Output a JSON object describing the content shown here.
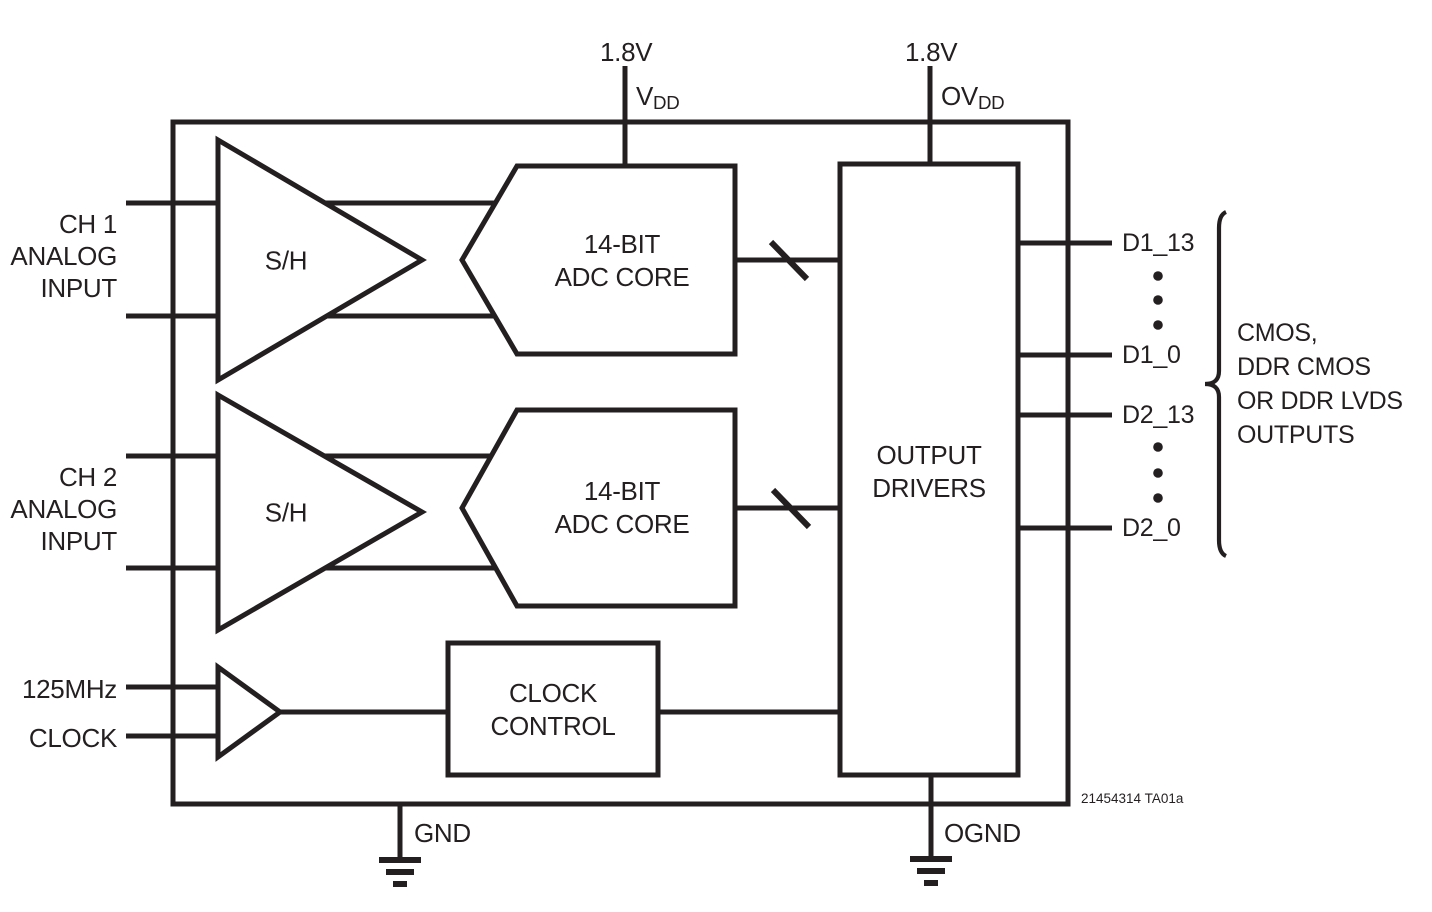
{
  "diagram": {
    "power": {
      "left_voltage": "1.8V",
      "right_voltage": "1.8V",
      "vdd": {
        "main": "V",
        "sub": "DD"
      },
      "ovdd": {
        "main": "OV",
        "sub": "DD"
      }
    },
    "inputs": {
      "ch1": {
        "l1": "CH 1",
        "l2": "ANALOG",
        "l3": "INPUT"
      },
      "ch2": {
        "l1": "CH 2",
        "l2": "ANALOG",
        "l3": "INPUT"
      },
      "clock_freq": "125MHz",
      "clock_name": "CLOCK"
    },
    "blocks": {
      "sh1": "S/H",
      "sh2": "S/H",
      "adc1": {
        "l1": "14-BIT",
        "l2": "ADC CORE"
      },
      "adc2": {
        "l1": "14-BIT",
        "l2": "ADC CORE"
      },
      "output_drivers": {
        "l1": "OUTPUT",
        "l2": "DRIVERS"
      },
      "clock_control": {
        "l1": "CLOCK",
        "l2": "CONTROL"
      }
    },
    "outputs": {
      "d1_msb": "D1_13",
      "d1_lsb": "D1_0",
      "d2_msb": "D2_13",
      "d2_lsb": "D2_0",
      "annotation": {
        "l1": "CMOS,",
        "l2": "DDR CMOS",
        "l3": "OR DDR LVDS",
        "l4": "OUTPUTS"
      }
    },
    "grounds": {
      "gnd": "GND",
      "ognd": "OGND"
    },
    "caption": "21454314 TA01a",
    "colors": {
      "line": "#231f20",
      "background": "#ffffff"
    }
  }
}
